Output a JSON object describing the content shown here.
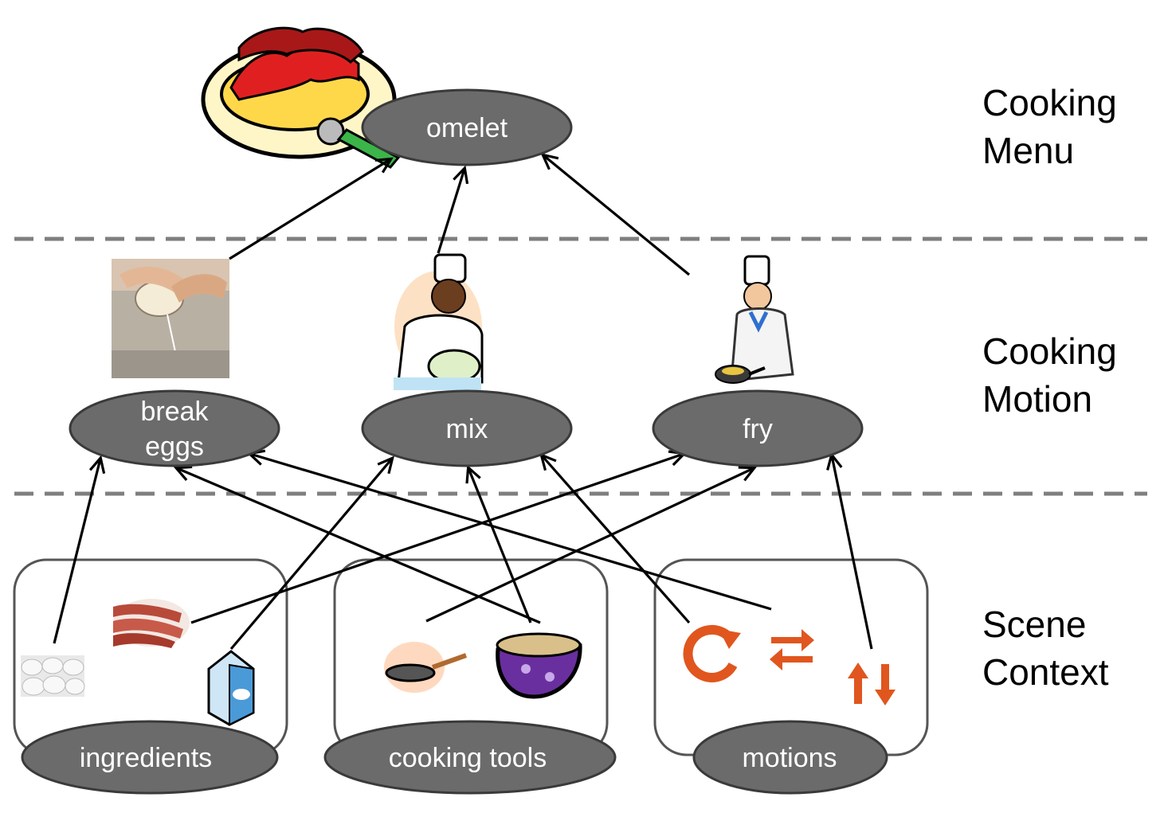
{
  "layers": {
    "menu": [
      "Cooking",
      "Menu"
    ],
    "motion": [
      "Cooking",
      "Motion"
    ],
    "context": [
      "Scene",
      "Context"
    ]
  },
  "nodes": {
    "omelet": "omelet",
    "break_eggs": [
      "break",
      "eggs"
    ],
    "mix": "mix",
    "fry": "fry",
    "ingredients": "ingredients",
    "cooking_tools": "cooking tools",
    "motions": "motions"
  },
  "icons": {
    "omelet": "omelet-plate-icon",
    "break_eggs": "egg-cracking-photo",
    "mix": "chef-mixing-icon",
    "fry": "chef-frying-icon",
    "eggs": "eggs-icon",
    "bacon": "bacon-icon",
    "milk": "milk-carton-icon",
    "pan": "frying-pan-icon",
    "bowl": "bowl-icon",
    "rotate": "rotate-arrow-icon",
    "swap_horizontal": "swap-horizontal-icon",
    "swap_vertical": "swap-vertical-icon"
  },
  "colors": {
    "node_fill": "#6b6b6b",
    "node_stroke": "#3a3a3a",
    "dash": "#7f7f7f",
    "motion_icon": "#e0561e"
  }
}
